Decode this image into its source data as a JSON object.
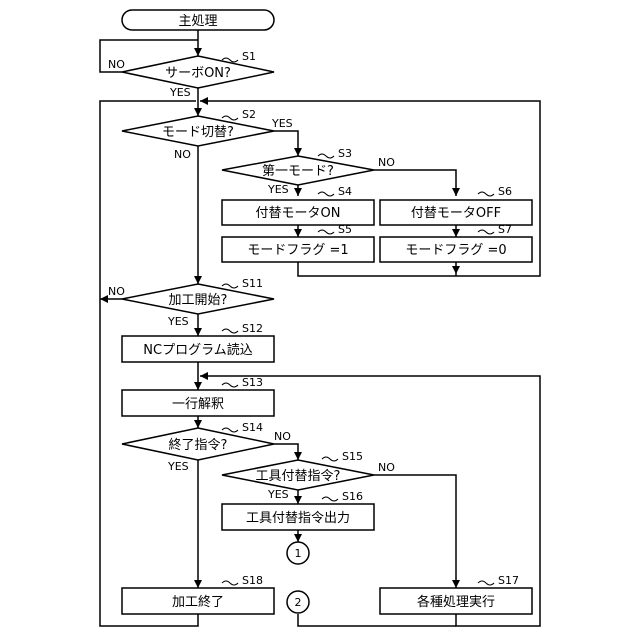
{
  "nodes": {
    "start": "主処理",
    "s1": "サーボON?",
    "s2": "モード切替?",
    "s3": "第一モード?",
    "s4": "付替モータON",
    "s5": "モードフラグ =1",
    "s6": "付替モータOFF",
    "s7": "モードフラグ =0",
    "s11": "加工開始?",
    "s12": "NCプログラム読込",
    "s13": "一行解釈",
    "s14": "終了指令?",
    "s15": "工具付替指令?",
    "s16": "工具付替指令出力",
    "s17": "各種処理実行",
    "s18": "加工終了",
    "connector_1": "1",
    "connector_2": "2"
  },
  "step_labels": {
    "s1": "S1",
    "s2": "S2",
    "s3": "S3",
    "s4": "S4",
    "s5": "S5",
    "s6": "S6",
    "s7": "S7",
    "s11": "S11",
    "s12": "S12",
    "s13": "S13",
    "s14": "S14",
    "s15": "S15",
    "s16": "S16",
    "s17": "S17",
    "s18": "S18"
  },
  "branch_labels": {
    "s1_no": "NO",
    "s1_yes": "YES",
    "s2_yes": "YES",
    "s2_no": "NO",
    "s3_no": "NO",
    "s3_yes": "YES",
    "s11_no": "NO",
    "s11_yes": "YES",
    "s14_no": "NO",
    "s14_yes": "YES",
    "s15_no": "NO",
    "s15_yes": "YES"
  }
}
